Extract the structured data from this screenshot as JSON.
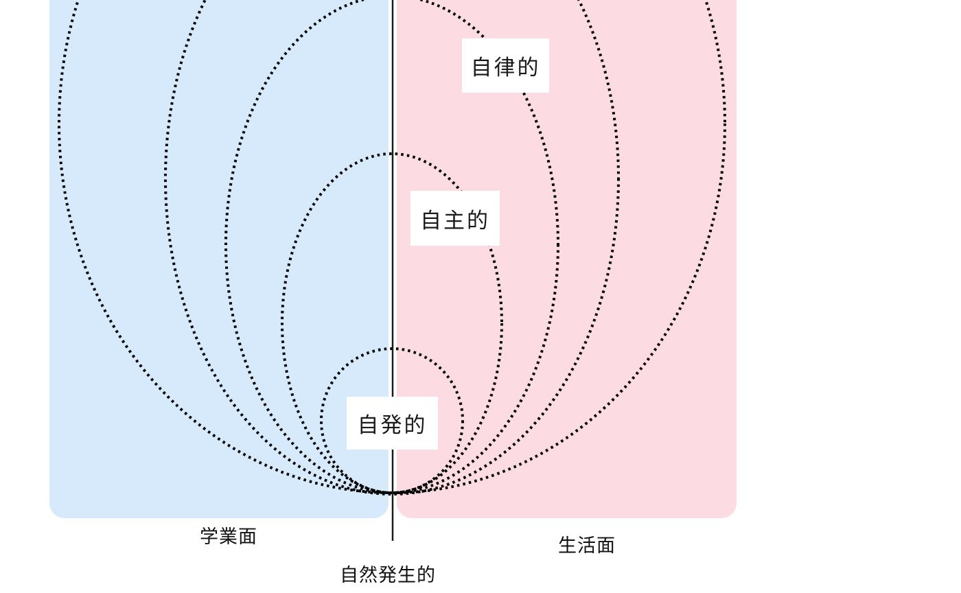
{
  "diagram": {
    "title_implicit": "",
    "levels": [
      {
        "id": "spontaneous",
        "label": "自発的"
      },
      {
        "id": "independent",
        "label": "自主的"
      },
      {
        "id": "autonomous",
        "label": "自律的"
      }
    ],
    "origin": {
      "label": "自然発生的"
    },
    "regions": [
      {
        "id": "academic",
        "label": "学業面",
        "color": "#d7eafc"
      },
      {
        "id": "life",
        "label": "生活面",
        "color": "#fcdce2"
      }
    ],
    "style": {
      "ellipse_stroke_color": "#000000",
      "axis_color": "#1a1a1a",
      "label_background": "#ffffff"
    }
  }
}
